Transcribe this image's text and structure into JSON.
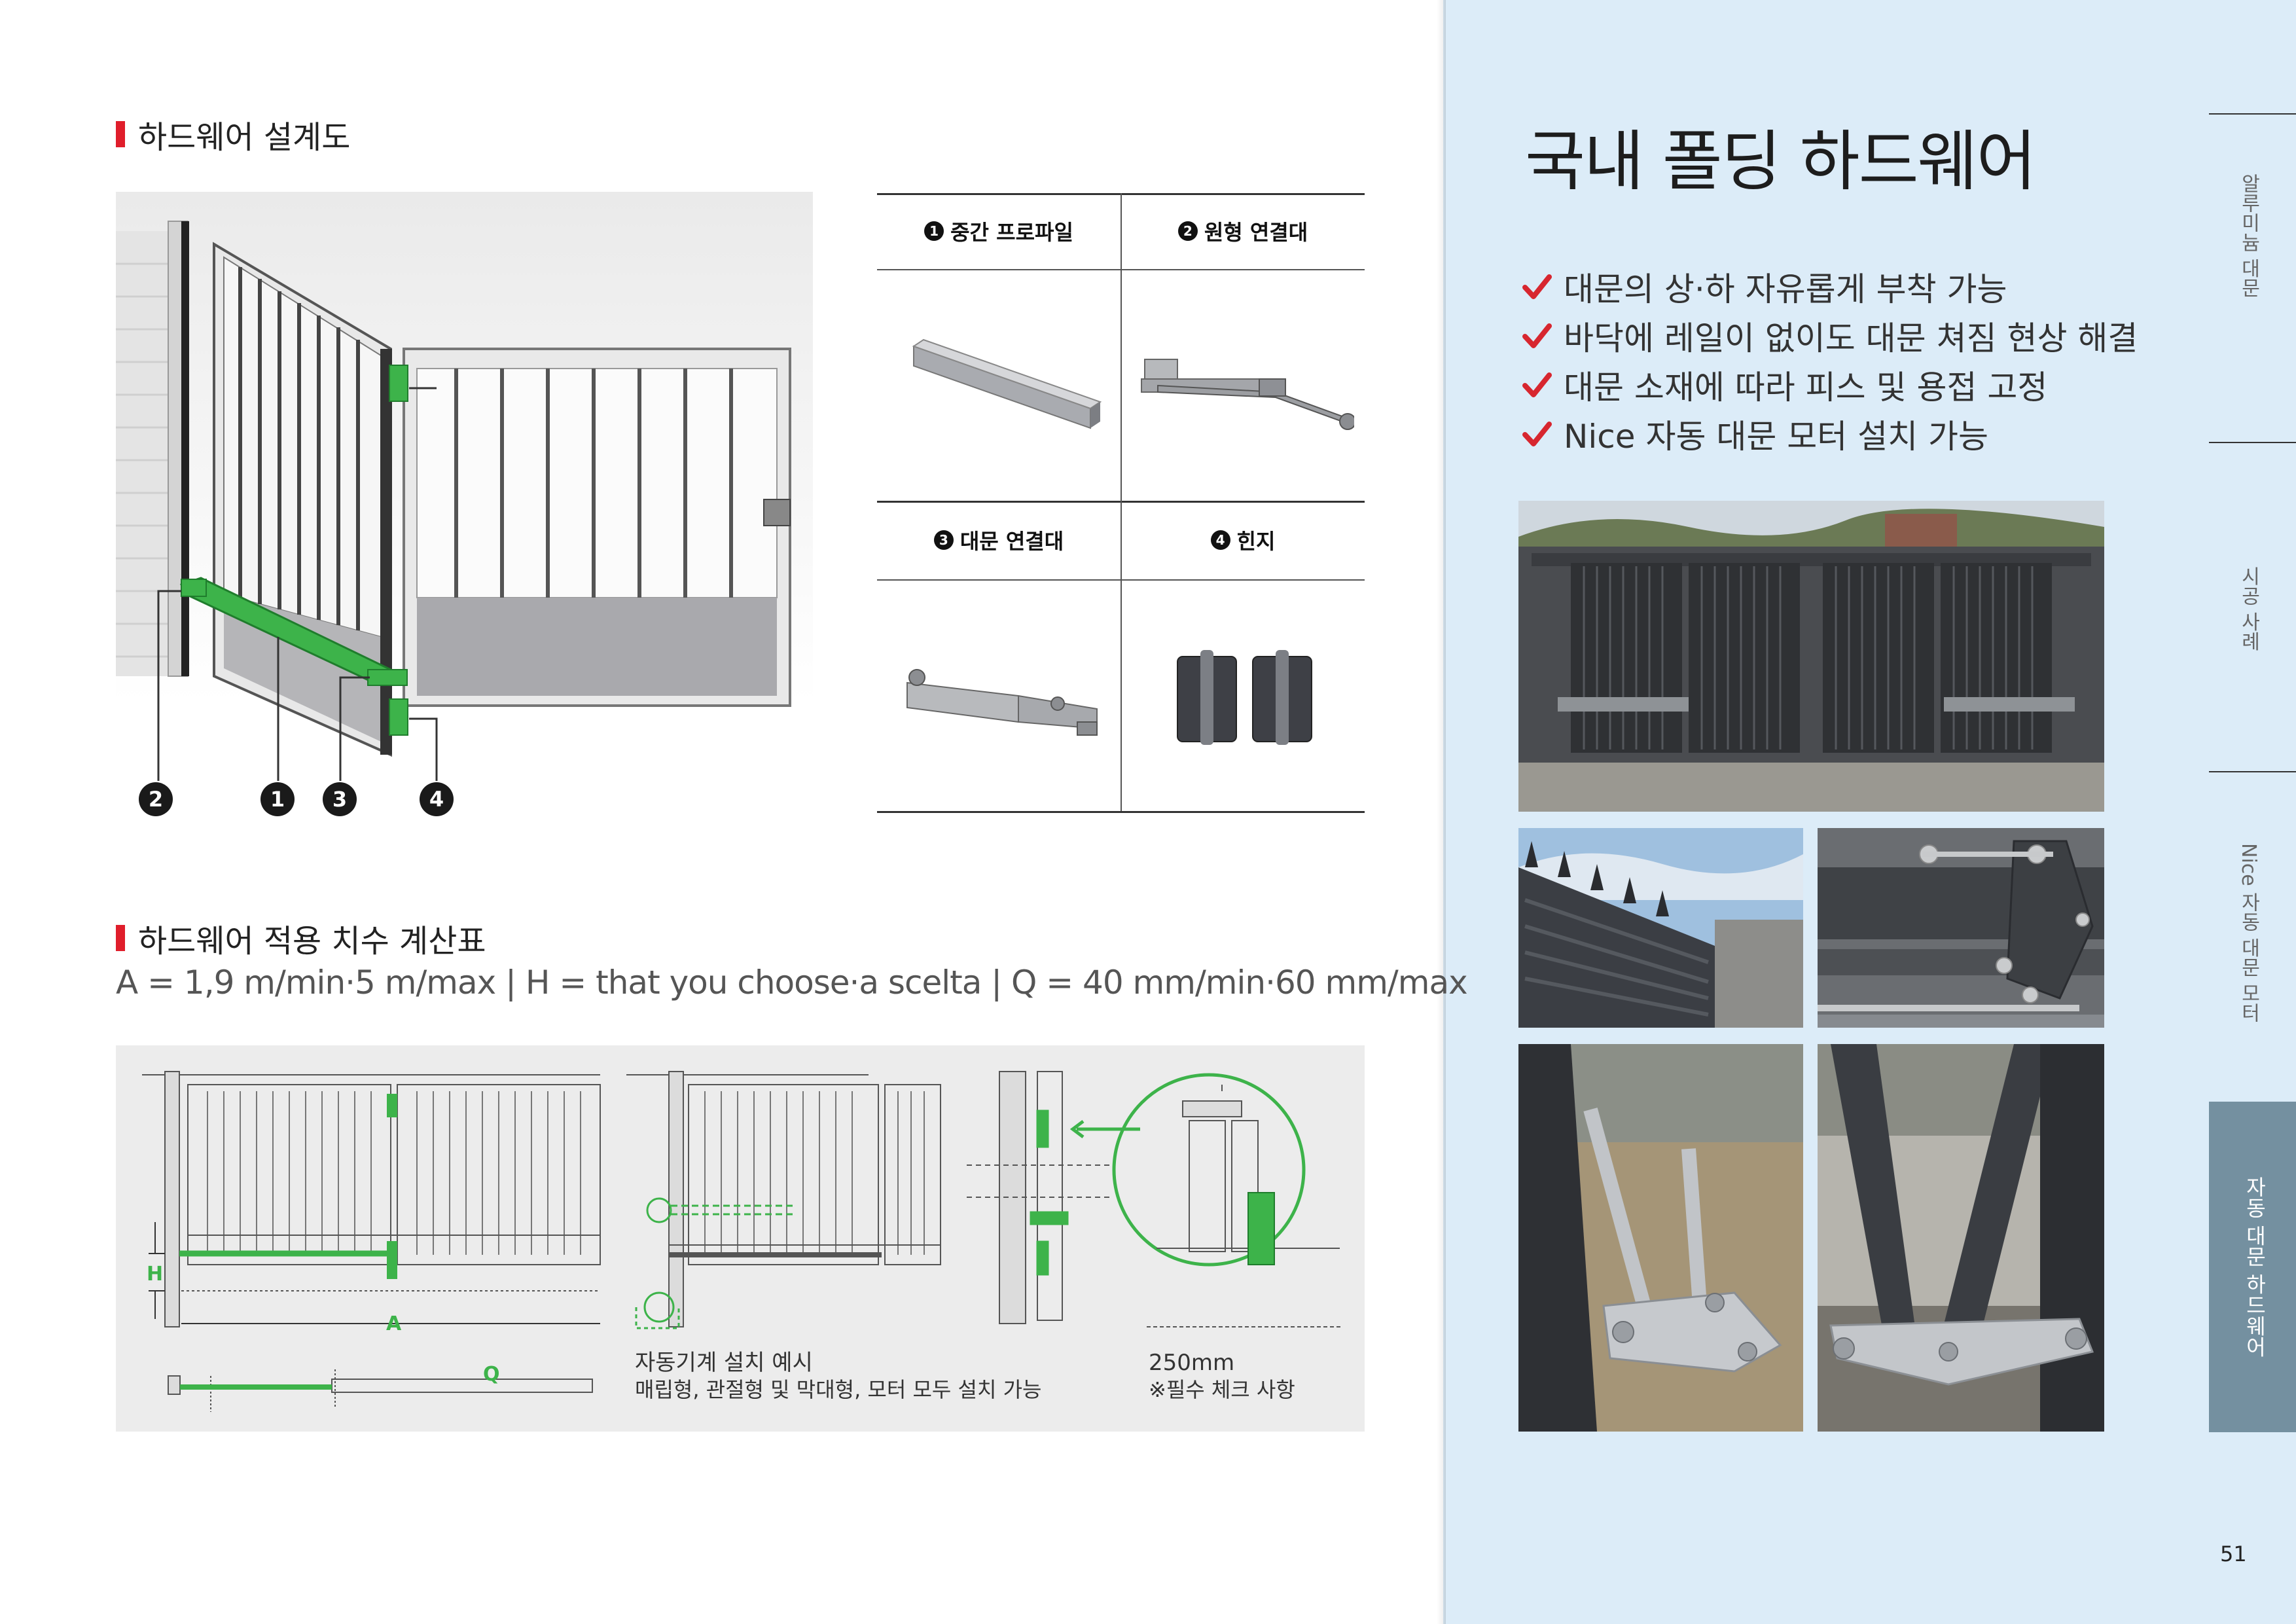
{
  "left": {
    "section1_title": "하드웨어 설계도",
    "section2_title": "하드웨어 적용 치수 계산표",
    "formula": "A = 1,9 m/min·5 m/max | H = that you choose·a scelta | Q = 40 mm/min·60 mm/max",
    "callouts": [
      "2",
      "1",
      "3",
      "4"
    ],
    "parts": [
      {
        "num": "1",
        "label": "중간 프로파일"
      },
      {
        "num": "2",
        "label": "원형 연결대"
      },
      {
        "num": "3",
        "label": "대문 연결대"
      },
      {
        "num": "4",
        "label": "힌지"
      }
    ],
    "diagram_labels": {
      "h": "H",
      "a": "A",
      "q": "Q"
    },
    "caption_install_title": "자동기계 설치 예시",
    "caption_install_text": "매립형, 관절형 및 막대형, 모터 모두 설치 가능",
    "caption_size_title": "250mm",
    "caption_size_text": "※필수 체크 사항"
  },
  "right": {
    "title": "국내 폴딩 하드웨어",
    "features": [
      "대문의 상·하 자유롭게 부착 가능",
      "바닥에 레일이 없이도 대문 쳐짐 현상 해결",
      "대문 소재에 따라 피스 및 용접 고정",
      "Nice 자동 대문 모터 설치 가능"
    ],
    "side_tabs": [
      "알루미늄 대문",
      "시공 사례",
      "Nice 자동 대문 모터",
      "자동 대문 하드웨어"
    ],
    "active_tab": "자동 대문 하드웨어",
    "page_number": "51"
  },
  "colors": {
    "accent_red": "#e01e2b",
    "hardware_green": "#3db34a",
    "right_bg": "#dcecf8",
    "active_tab": "#7490a0",
    "check_red": "#d7262f"
  }
}
